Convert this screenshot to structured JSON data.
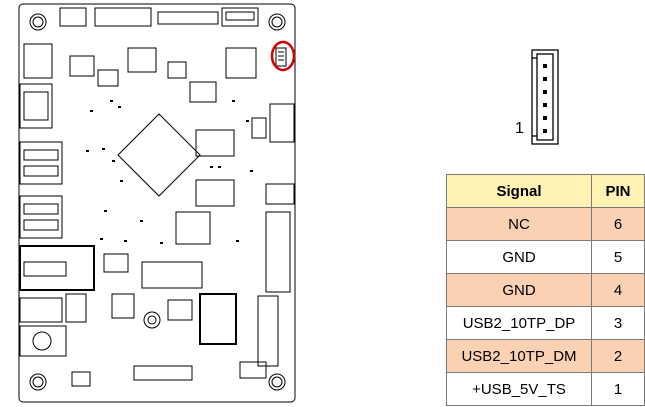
{
  "connector": {
    "pin1_label": "1",
    "pin_count": 6
  },
  "pinout": {
    "headers": [
      "Signal",
      "PIN"
    ],
    "rows": [
      {
        "signal": "NC",
        "pin": "6",
        "shaded": true
      },
      {
        "signal": "GND",
        "pin": "5",
        "shaded": false
      },
      {
        "signal": "GND",
        "pin": "4",
        "shaded": true
      },
      {
        "signal": "USB2_10TP_DP",
        "pin": "3",
        "shaded": false
      },
      {
        "signal": "USB2_10TP_DM",
        "pin": "2",
        "shaded": true
      },
      {
        "signal": "+USB_5V_TS",
        "pin": "1",
        "shaded": false
      }
    ]
  },
  "colors": {
    "header_fill": "#fff2b3",
    "shaded_row": "#fbd1b4",
    "highlight_circle": "#d40000"
  }
}
